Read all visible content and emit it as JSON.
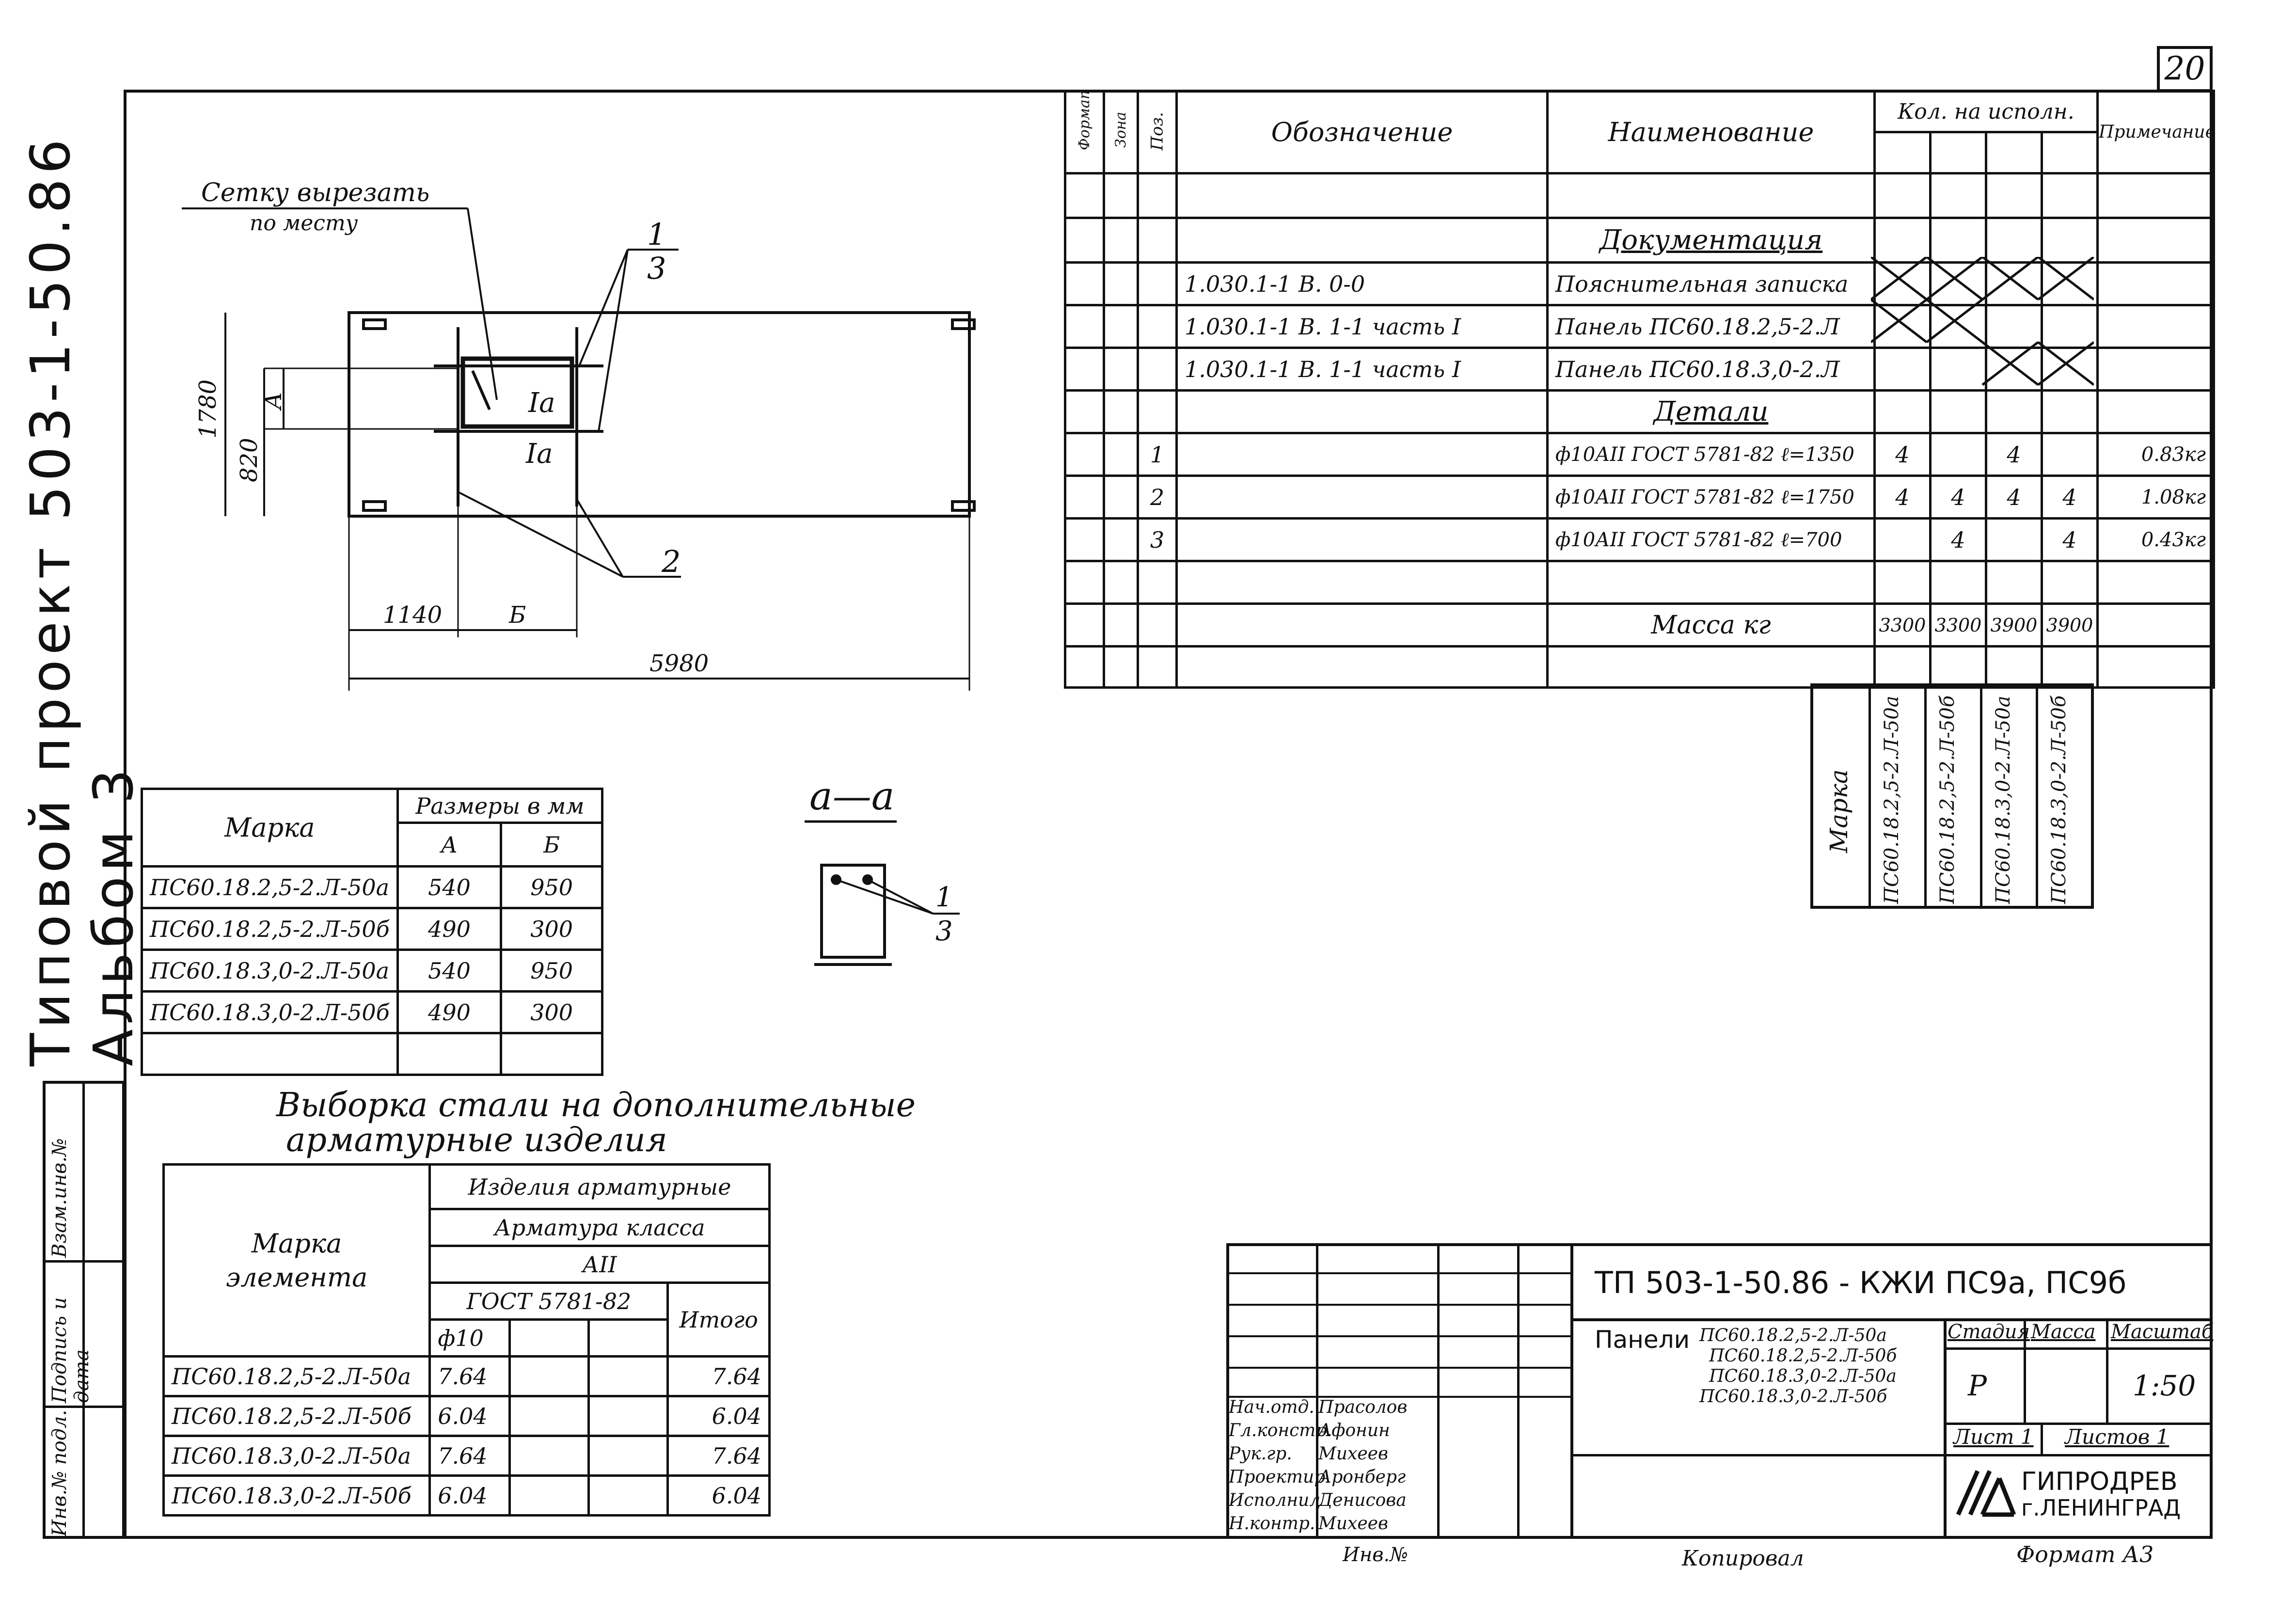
{
  "sheet_number": "20",
  "side_title": "Типовой проект 503-1-50.86 Альбом 3",
  "side_stamps": [
    "Инв.№ подл.",
    "Подпись и дата",
    "Взам.инв.№"
  ],
  "drawing": {
    "note_line1": "Сетку вырезать",
    "note_line2": "по месту",
    "leader_1_top": "1",
    "leader_1_bottom": "3",
    "leader_2": "2",
    "label_1a_top": "Iа",
    "label_1a_bottom": "Iа",
    "dim_total_height": "1780",
    "dim_820": "820",
    "dim_A": "А",
    "dim_1140": "1140",
    "dim_B": "Б",
    "dim_5980": "5980",
    "section_label": "а—а",
    "section_leader_top": "1",
    "section_leader_bottom": "3"
  },
  "size_table": {
    "col_mark": "Марка",
    "col_sizes": "Размеры в мм",
    "col_A": "А",
    "col_B": "Б",
    "rows": [
      {
        "mark": "ПС60.18.2,5-2.Л-50а",
        "a": "540",
        "b": "950"
      },
      {
        "mark": "ПС60.18.2,5-2.Л-50б",
        "a": "490",
        "b": "300"
      },
      {
        "mark": "ПС60.18.3,0-2.Л-50а",
        "a": "540",
        "b": "950"
      },
      {
        "mark": "ПС60.18.3,0-2.Л-50б",
        "a": "490",
        "b": "300"
      }
    ]
  },
  "steel_table": {
    "title_line1": "Выборка стали на дополнительные",
    "title_line2": "арматурные изделия",
    "col_mark_line1": "Марка",
    "col_mark_line2": "элемента",
    "h_products": "Изделия арматурные",
    "h_class": "Арматура класса",
    "h_AII": "АII",
    "h_gost": "ГОСТ 5781-82",
    "h_phi": "ф10",
    "h_total": "Итого",
    "rows": [
      {
        "mark": "ПС60.18.2,5-2.Л-50а",
        "phi10": "7.64",
        "total": "7.64"
      },
      {
        "mark": "ПС60.18.2,5-2.Л-50б",
        "phi10": "6.04",
        "total": "6.04"
      },
      {
        "mark": "ПС60.18.3,0-2.Л-50а",
        "phi10": "7.64",
        "total": "7.64"
      },
      {
        "mark": "ПС60.18.3,0-2.Л-50б",
        "phi10": "6.04",
        "total": "6.04"
      }
    ]
  },
  "spec_table": {
    "h_format": "Формат",
    "h_zone": "Зона",
    "h_pos": "Поз.",
    "h_designation": "Обозначение",
    "h_name": "Наименование",
    "h_qty": "Кол. на исполн.",
    "h_note": "Примечание",
    "section_docs": "Документация",
    "section_details": "Детали",
    "docs": [
      {
        "designation": "1.030.1-1 В. 0-0",
        "name": "Пояснительная записка"
      },
      {
        "designation": "1.030.1-1 В. 1-1 часть I",
        "name": "Панель ПС60.18.2,5-2.Л"
      },
      {
        "designation": "1.030.1-1 В. 1-1 часть I",
        "name": "Панель ПС60.18.3,0-2.Л"
      }
    ],
    "details": [
      {
        "pos": "1",
        "name": "ф10АII ГОСТ 5781-82 ℓ=1350",
        "q": [
          "4",
          "",
          "4",
          ""
        ],
        "note": "0.83кг"
      },
      {
        "pos": "2",
        "name": "ф10АII ГОСТ 5781-82 ℓ=1750",
        "q": [
          "4",
          "4",
          "4",
          "4"
        ],
        "note": "1.08кг"
      },
      {
        "pos": "3",
        "name": "ф10АII ГОСТ 5781-82 ℓ=700",
        "q": [
          "",
          "4",
          "",
          "4"
        ],
        "note": "0.43кг"
      }
    ],
    "mass_label": "Масса кг",
    "mass": [
      "3300",
      "3300",
      "3900",
      "3900"
    ],
    "marks_label": "Марка",
    "marks": [
      "ПС60.18.2,5-2.Л-50а",
      "ПС60.18.2,5-2.Л-50б",
      "ПС60.18.3,0-2.Л-50а",
      "ПС60.18.3,0-2.Л-50б"
    ]
  },
  "title_block": {
    "project_code": "ТП 503-1-50.86 - КЖИ ПС9а, ПС9б",
    "panels_label": "Панели",
    "panel_lines": [
      "ПС60.18.2,5-2.Л-50а",
      "ПС60.18.2,5-2.Л-50б",
      "ПС60.18.3,0-2.Л-50а",
      "ПС60.18.3,0-2.Л-50б"
    ],
    "h_stage": "Стадия",
    "h_mass": "Масса",
    "h_scale": "Масштаб",
    "stage": "Р",
    "scale": "1:50",
    "sheet": "Лист 1",
    "sheets": "Листов 1",
    "org_line1": "ГИПРОДРЕВ",
    "org_line2": "г.ЛЕНИНГРАД",
    "people": [
      {
        "role": "Нач.отд.",
        "name": "Прасолов"
      },
      {
        "role": "Гл.констр.",
        "name": "Афонин"
      },
      {
        "role": "Рук.гр.",
        "name": "Михеев"
      },
      {
        "role": "Проектир.",
        "name": "Аронберг"
      },
      {
        "role": "Исполнил",
        "name": "Денисова"
      },
      {
        "role": "Н.контр.",
        "name": "Михеев"
      }
    ],
    "inv_label": "Инв.№",
    "copied": "Копировал",
    "format": "Формат А3"
  }
}
